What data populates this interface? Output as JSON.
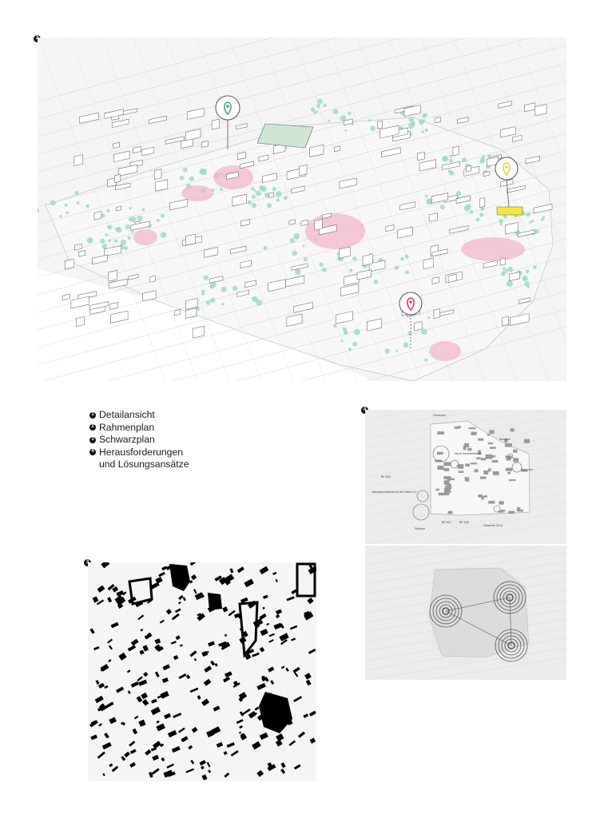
{
  "figure_markers": {
    "rahmenplan": "2",
    "herausforderungen": "4",
    "schwarzplan": "3"
  },
  "legend": [
    {
      "number": "1",
      "label": "Detailansicht"
    },
    {
      "number": "2",
      "label": "Rahmenplan"
    },
    {
      "number": "3",
      "label": "Schwarzplan"
    },
    {
      "number": "4",
      "label": "Herausforderungen\nund Lösungsansätze"
    }
  ],
  "colors": {
    "pin_green": "#4caf7d",
    "pin_yellow": "#f5e63a",
    "pin_magenta": "#d63b7d",
    "greenery": "#9fdcc0",
    "pink_area": "#f3b3c8",
    "building_line": "#555555"
  },
  "map_pins": [
    {
      "name": "green",
      "icon": "location-pin-icon"
    },
    {
      "name": "yellow",
      "icon": "location-pin-icon"
    },
    {
      "name": "magenta",
      "icon": "location-pin-icon"
    }
  ],
  "herausforderungen_labels": [
    "Grünzone",
    "Bahnhof",
    "Neue Gewerbefläche",
    "Bauzone",
    "BF 808",
    "Naturschutzfläche an der Hafen 0.1",
    "Schulen",
    "BF 810",
    "BF 828",
    "Gewerbe Ort 8"
  ]
}
